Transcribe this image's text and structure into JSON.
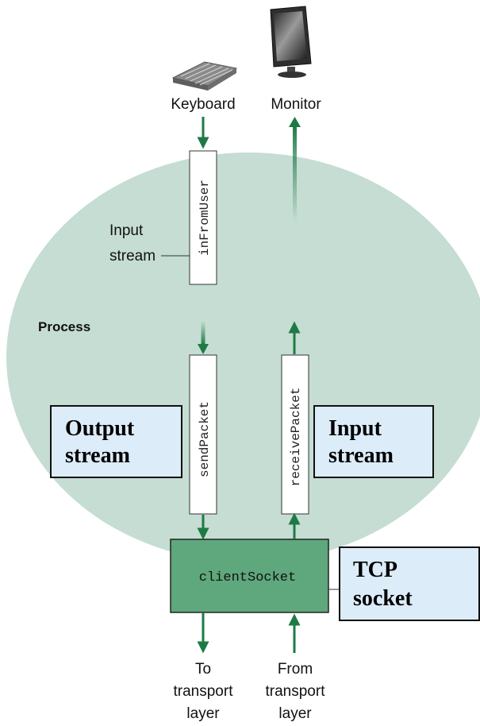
{
  "devices": {
    "keyboard_label": "Keyboard",
    "keyboard_icon": "keyboard-icon",
    "monitor_label": "Monitor",
    "monitor_icon": "monitor-icon"
  },
  "process": {
    "label": "Process",
    "input_stream_label_line1": "Input",
    "input_stream_label_line2": "stream"
  },
  "streams": {
    "in_from_user": "inFromUser",
    "send_packet": "sendPacket",
    "receive_packet": "receivePacket"
  },
  "socket": {
    "label": "clientSocket"
  },
  "callouts": {
    "output_line1": "Output",
    "output_line2": "stream",
    "input_line1": "Input",
    "input_line2": "stream",
    "tcp_line1": "TCP",
    "tcp_line2": "socket"
  },
  "transport": {
    "to_line1": "To",
    "to_line2": "transport",
    "to_line3": "layer",
    "from_line1": "From",
    "from_line2": "transport",
    "from_line3": "layer"
  },
  "colors": {
    "process_fill": "#c5ddd3",
    "arrow_green": "#1e7a45",
    "socket_fill": "#5fa77c",
    "callout_fill": "#dcecf9"
  }
}
